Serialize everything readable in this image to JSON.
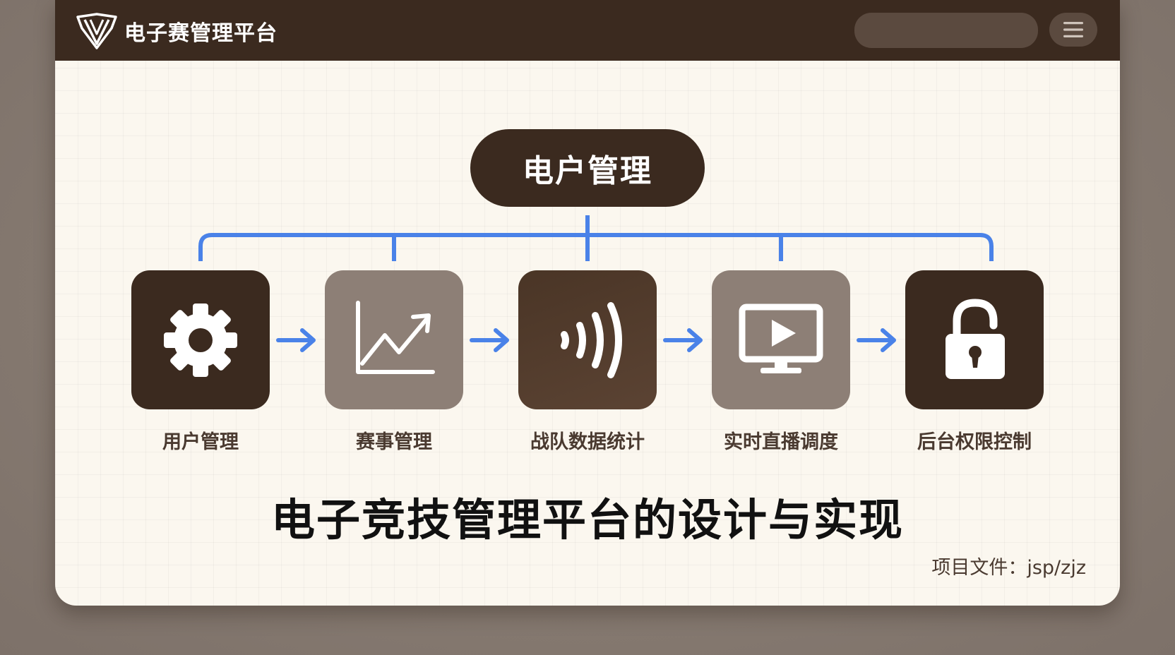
{
  "header": {
    "brand": "电子赛管理平台",
    "logo_icon": "shield-logo-icon",
    "search_placeholder": "",
    "menu_icon": "hamburger-menu-icon"
  },
  "diagram": {
    "root": "电户管理",
    "connector_color": "#4a82e8",
    "nodes": [
      {
        "label": "用户管理",
        "icon": "gear-icon",
        "tone": "dark"
      },
      {
        "label": "赛事管理",
        "icon": "line-chart-icon",
        "tone": "mid"
      },
      {
        "label": "战队数据统计",
        "icon": "signal-waves-icon",
        "tone": "warm"
      },
      {
        "label": "实时直播调度",
        "icon": "monitor-play-icon",
        "tone": "mid"
      },
      {
        "label": "后台权限控制",
        "icon": "padlock-icon",
        "tone": "dark"
      }
    ]
  },
  "title": "电子竞技管理平台的设计与实现",
  "project_file": "项目文件：jsp/zjz",
  "colors": {
    "header_bg": "#3b2a1f",
    "card_bg": "#fbf7ef",
    "dark_tile": "#3b2a1f",
    "mid_tile": "#8d7f76",
    "accent_blue": "#4a82e8"
  }
}
